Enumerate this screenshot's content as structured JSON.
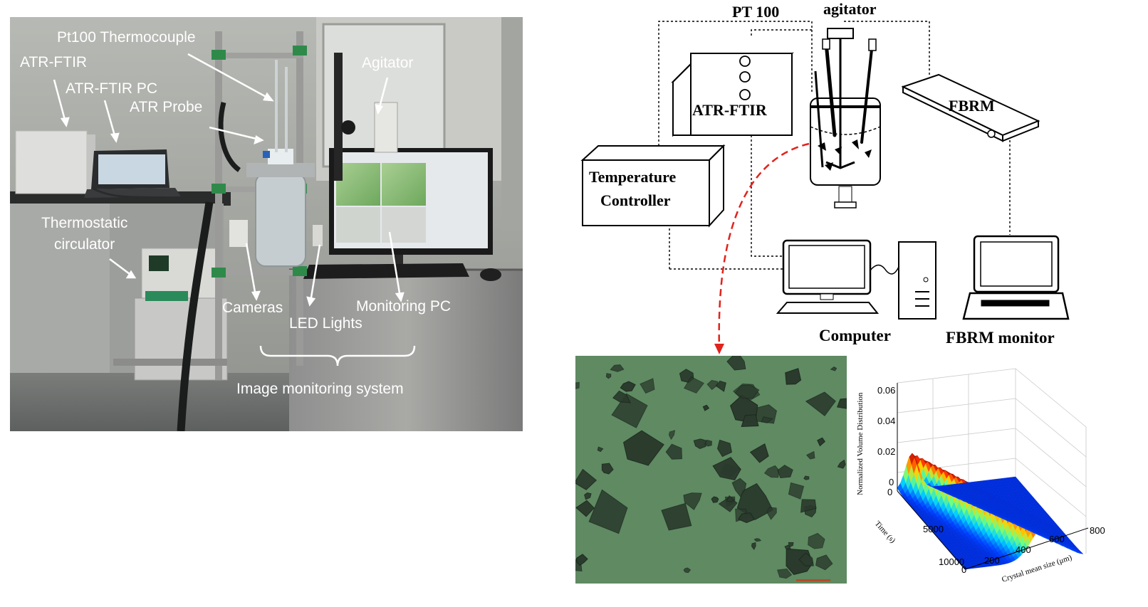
{
  "photo_labels": {
    "pt100": "Pt100 Thermocouple",
    "atr_ftir": "ATR-FTIR",
    "agitator": "Agitator",
    "atr_ftir_pc": "ATR-FTIR PC",
    "atr_probe": "ATR Probe",
    "thermostatic_1": "Thermostatic",
    "thermostatic_2": "circulator",
    "cameras": "Cameras",
    "monitoring_pc": "Monitoring PC",
    "led_lights": "LED Lights",
    "image_system": "Image monitoring system"
  },
  "schematic": {
    "pt100": "PT 100",
    "agitator": "agitator",
    "atr_ftir": "ATR-FTIR",
    "fbrm": "FBRM",
    "temp_1": "Temperature",
    "temp_2": "Controller",
    "computer": "Computer",
    "fbrm_monitor": "FBRM monitor"
  },
  "colors": {
    "arrow_red": "#e0231c",
    "microscope_bg": "#5f8a62",
    "crystal": "#2a3a2c"
  },
  "chart_data": {
    "type": "surface",
    "title": "",
    "zlabel": "Normalized Volume Distribution",
    "xlabel": "Crystal mean size (μm)",
    "ylabel": "Time (s)",
    "z_ticks": [
      "0",
      "0.02",
      "0.04",
      "0.06"
    ],
    "x_ticks": [
      "0",
      "200",
      "400",
      "600",
      "800"
    ],
    "y_ticks": [
      "0",
      "5000",
      "10000"
    ],
    "xlim": [
      0,
      800
    ],
    "ylim": [
      0,
      12000
    ],
    "zlim": [
      0,
      0.06
    ],
    "colormap": "jet",
    "peak_ridge": {
      "size_start": 100,
      "size_end": 550,
      "height_start": 0.02,
      "height_peak": 0.02
    }
  }
}
